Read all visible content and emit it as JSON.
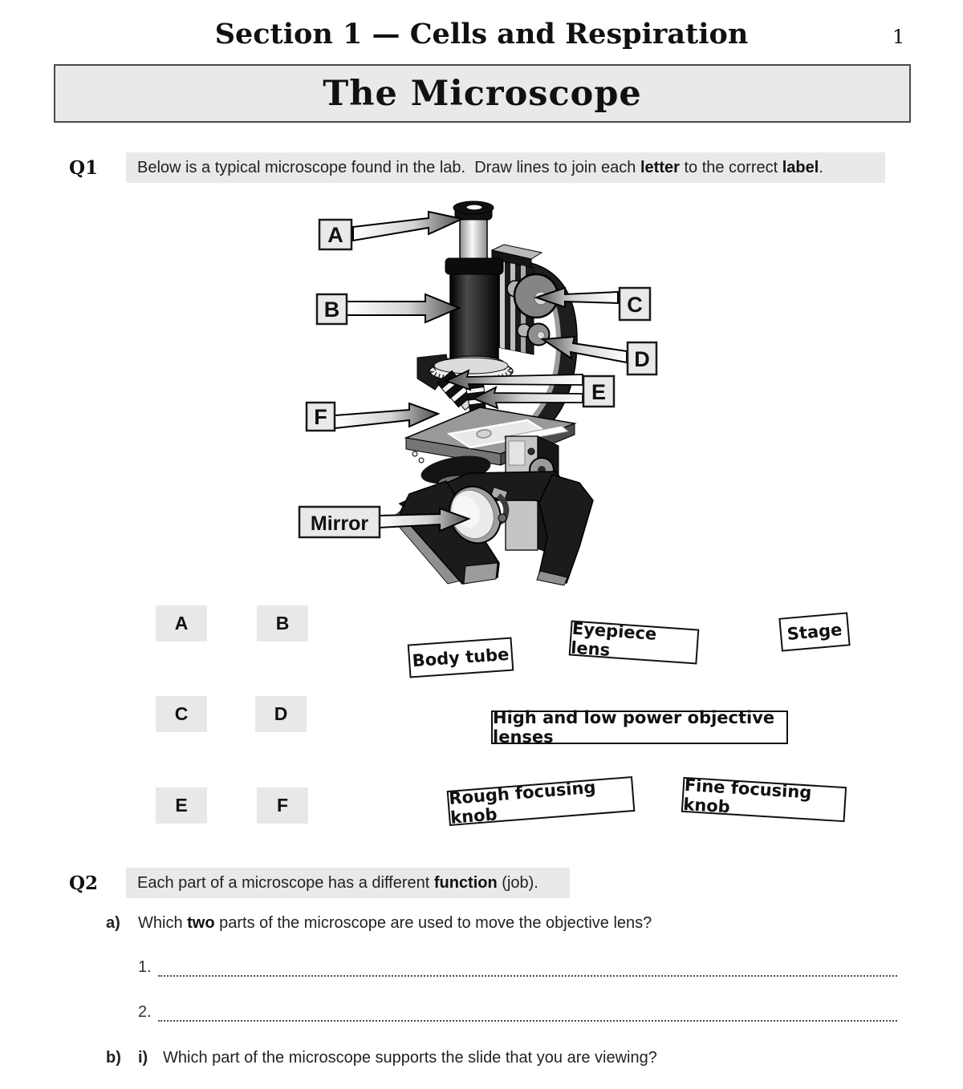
{
  "header": {
    "section_title": "Section 1 — Cells and Respiration",
    "page_number": "1",
    "title": "The Microscope"
  },
  "q1": {
    "number": "Q1",
    "prompt": [
      "Below is a typical microscope found in the lab.  Draw lines to join each ",
      "letter",
      " to the correct ",
      "label",
      "."
    ],
    "diagram": {
      "pointer_labels": [
        "A",
        "B",
        "C",
        "D",
        "E",
        "F",
        "Mirror"
      ]
    },
    "letter_tiles": [
      "A",
      "B",
      "C",
      "D",
      "E",
      "F"
    ],
    "label_tiles": [
      "Body tube",
      "Eyepiece lens",
      "Stage",
      "High and low power objective lenses",
      "Rough focusing knob",
      "Fine focusing knob"
    ]
  },
  "q2": {
    "number": "Q2",
    "prompt": [
      "Each part of a microscope has a different ",
      "function",
      " (job)."
    ],
    "part_a": {
      "label": "a)",
      "text": [
        "Which ",
        "two",
        " parts of the microscope are used to move the objective lens?"
      ],
      "answer_lines": [
        "1.",
        "2."
      ]
    },
    "part_b": {
      "label": "b)",
      "sub_label": "i)",
      "text": "Which part of the microscope supports the slide that you are viewing?"
    }
  },
  "colors": {
    "highlight": "#e9e9e9",
    "ink": "#111111"
  }
}
